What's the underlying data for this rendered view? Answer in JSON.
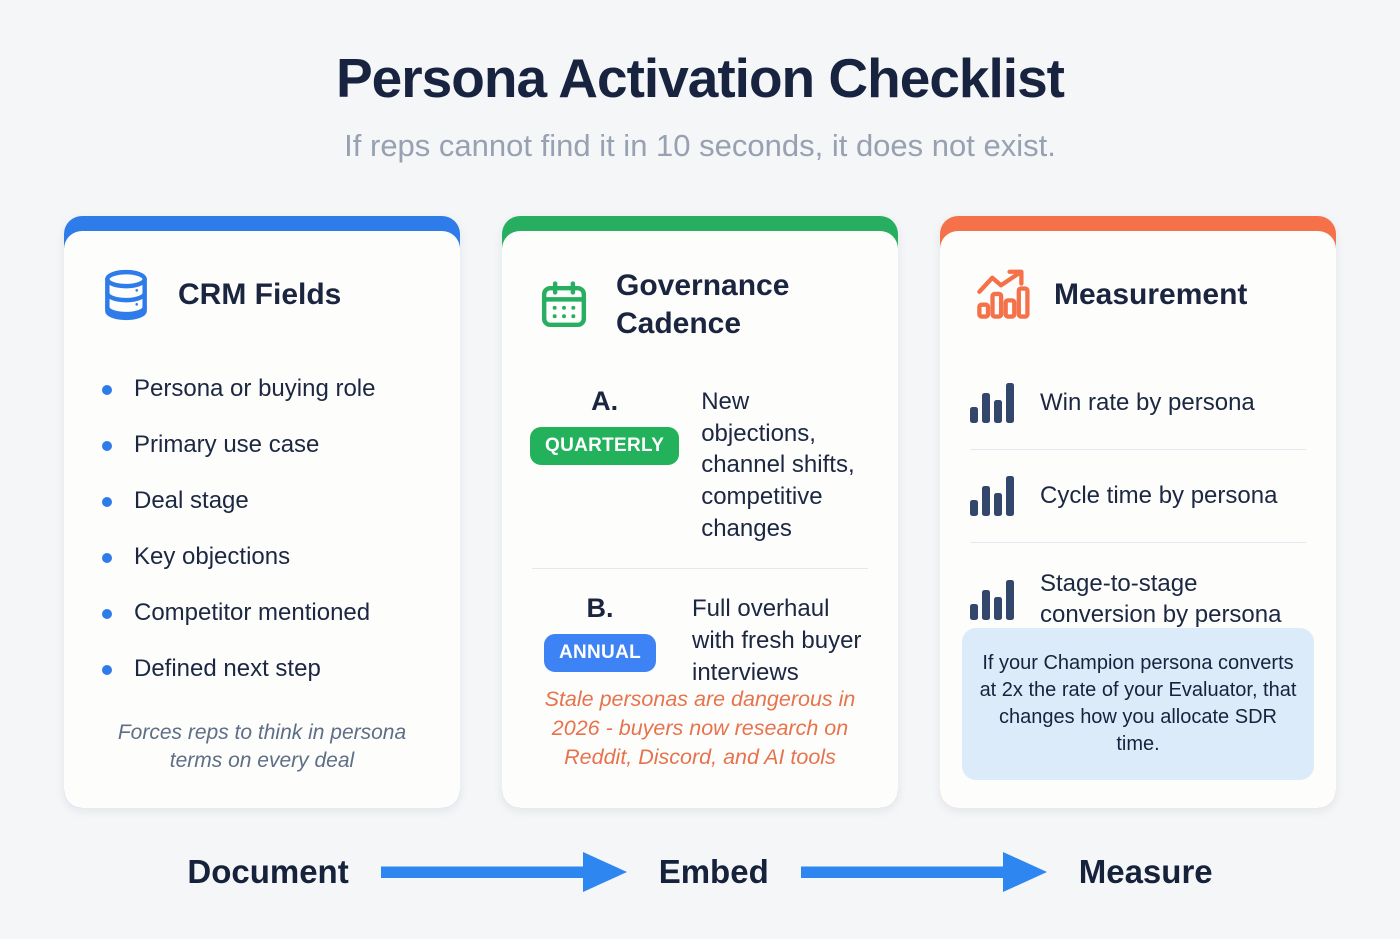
{
  "header": {
    "title": "Persona Activation Checklist",
    "subtitle": "If reps cannot find it in 10 seconds, it does not exist."
  },
  "cards": [
    {
      "icon": "database-icon",
      "accent": "#2e7ce9",
      "title": "CRM Fields",
      "bullets": [
        "Persona or buying role",
        "Primary use case",
        "Deal stage",
        "Key objections",
        "Competitor mentioned",
        "Defined next step"
      ],
      "note": "Forces reps to think in persona terms on every deal"
    },
    {
      "icon": "calendar-icon",
      "accent": "#27ae60",
      "title": "Governance Cadence",
      "sections": [
        {
          "label": "A.",
          "badge": "QUARTERLY",
          "badge_color": "#23b15c",
          "text": "New objections, channel shifts, competitive changes"
        },
        {
          "label": "B.",
          "badge": "ANNUAL",
          "badge_color": "#3d83f5",
          "text": "Full overhaul with fresh buyer interviews"
        }
      ],
      "note": "Stale personas are dangerous in 2026 - buyers now research on Reddit, Discord, and AI tools",
      "note_color": "#e7734d"
    },
    {
      "icon": "chart-up-icon",
      "accent": "#f4714a",
      "title": "Measurement",
      "metrics": [
        "Win rate by persona",
        "Cycle time by persona",
        "Stage-to-stage conversion by persona"
      ],
      "callout": "If your Champion persona converts at 2x the rate of your Evaluator, that changes how you allocate SDR time.",
      "callout_bg": "#dcebfa"
    }
  ],
  "flow": {
    "steps": [
      "Document",
      "Embed",
      "Measure"
    ],
    "arrow_color": "#2e86f0"
  }
}
